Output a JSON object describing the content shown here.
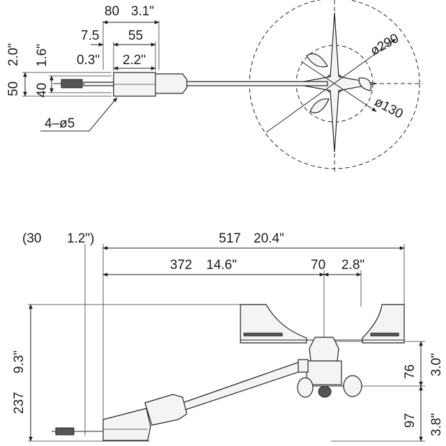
{
  "top_view": {
    "width_dim": "80",
    "width_dim_in": "3.1\"",
    "offset_dim": "7.5",
    "bracket_dim": "55",
    "offset_dim_in": "0.3\"",
    "bracket_dim_in": "2.2\"",
    "height_dim": "50",
    "height_dim_in": "2.0\"",
    "inner_height_dim": "40",
    "inner_height_dim_in": "1.6\"",
    "holes_label": "4–ø5",
    "rotor_dia": "ø290",
    "cup_dia": "ø130"
  },
  "side_view": {
    "offset_label": "(30",
    "offset_label_in": "1.2\")",
    "total_length": "517",
    "total_length_in": "20.4\"",
    "arm_length": "372",
    "arm_length_in": "14.6\"",
    "head_width": "70",
    "head_width_in": "2.8\"",
    "total_height": "237",
    "total_height_in": "9.3\"",
    "upper_height": "76",
    "upper_height_in": "3.0\"",
    "lower_height": "97",
    "lower_height_in": "3.8\""
  }
}
